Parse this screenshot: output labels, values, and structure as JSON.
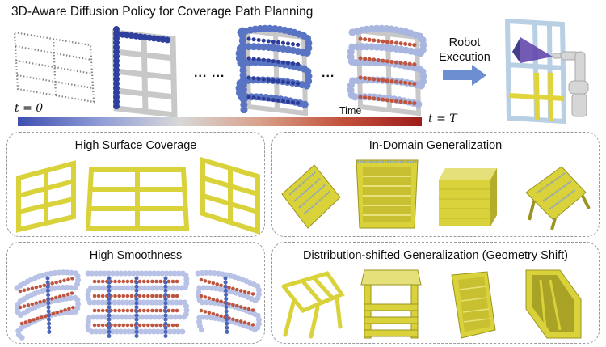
{
  "header": {
    "title": "3D-Aware Diffusion Policy for Coverage Path Planning",
    "ellipsis_1": "...",
    "ellipsis_2": "...",
    "ellipsis_3": "...",
    "robot_execution": "Robot Execution"
  },
  "timeline": {
    "start_label": "t = 0",
    "end_label": "t = T",
    "axis_label": "Time",
    "gradient_colors": [
      "#3f4fb0",
      "#8e9bd6",
      "#d8d8d8",
      "#d9a08a",
      "#c2533d",
      "#9e1b1b"
    ]
  },
  "panels": {
    "surface_coverage": {
      "title": "High Surface Coverage"
    },
    "in_domain": {
      "title": "In-Domain Generalization"
    },
    "smoothness": {
      "title": "High Smoothness"
    },
    "distribution_shift": {
      "title": "Distribution-shifted Generalization (Geometry Shift)"
    }
  },
  "colors": {
    "object_yellow": "#d9d23a",
    "path_blue": "#4a66b8",
    "path_red": "#c0553f",
    "frame_gray": "#bfbfbf",
    "arrow_blue": "#6b8fd0",
    "panel_border": "#9a9a9a"
  }
}
